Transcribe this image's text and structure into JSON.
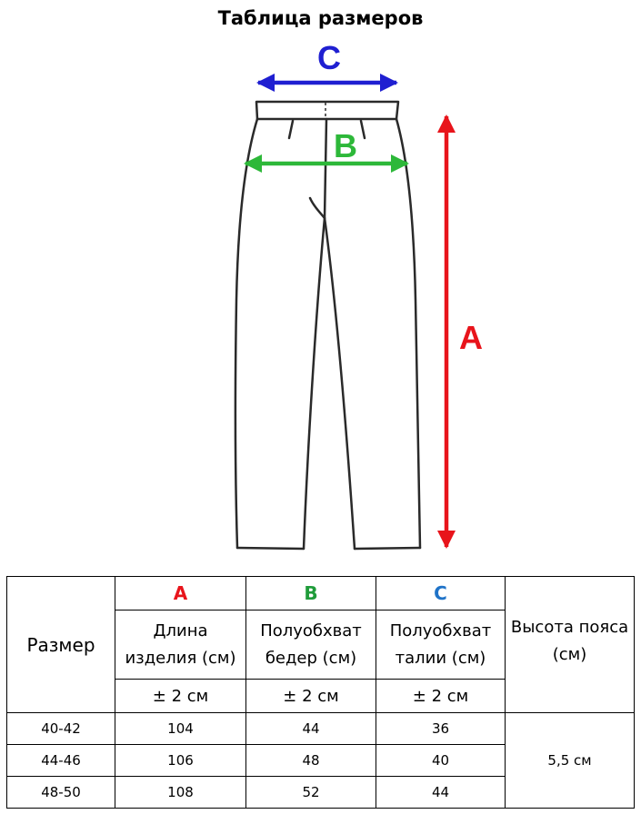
{
  "title": "Таблица размеров",
  "diagram": {
    "label_a": "A",
    "label_b": "B",
    "label_c": "C",
    "color_a": "#e8141b",
    "color_b": "#2db839",
    "color_c": "#1f1fd1"
  },
  "table": {
    "size_header": "Размер",
    "letters": [
      "A",
      "B",
      "C"
    ],
    "letter_colors": [
      "#e8141b",
      "#1f9c3a",
      "#1f73c8"
    ],
    "desc": [
      [
        "Длина",
        "изделия (см)"
      ],
      [
        "Полуобхват",
        "бедер (см)"
      ],
      [
        "Полуобхват",
        "талии (см)"
      ]
    ],
    "belt_header": [
      "Высота пояса",
      "(см)"
    ],
    "tolerance": [
      "± 2 см",
      "± 2 см",
      "± 2 см"
    ],
    "rows": [
      {
        "size": "40-42",
        "a": "104",
        "b": "44",
        "c": "36"
      },
      {
        "size": "44-46",
        "a": "106",
        "b": "48",
        "c": "40"
      },
      {
        "size": "48-50",
        "a": "108",
        "b": "52",
        "c": "44"
      }
    ],
    "belt_value": "5,5 см"
  }
}
